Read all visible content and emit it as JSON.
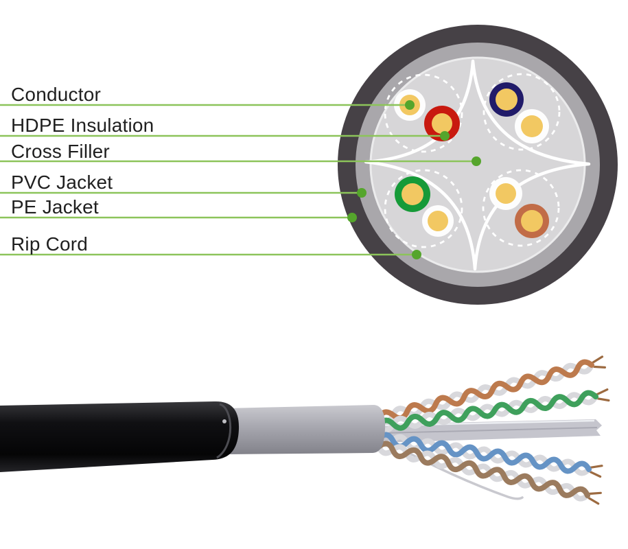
{
  "diagram": {
    "labels": [
      {
        "label": "Conductor",
        "target": "conductor"
      },
      {
        "label": "HDPE Insulation",
        "target": "hdpe-insulation"
      },
      {
        "label": "Cross Filler",
        "target": "cross-filler"
      },
      {
        "label": "PVC Jacket",
        "target": "pvc-jacket"
      },
      {
        "label": "PE Jacket",
        "target": "pe-jacket"
      },
      {
        "label": "Rip Cord",
        "target": "rip-cord"
      }
    ]
  },
  "palette": {
    "label_text": "#1f1f1f",
    "pointer_line": "#8cc45a",
    "pointer_dot": "#55a52c",
    "pe_jacket": "#464146",
    "pvc_jacket": "#a9a7ab",
    "cable_core_bg": "#d7d6d8",
    "core_rim": "#ebebec",
    "cross_filler": "#ffffff",
    "pair_circle_dash": "#ffffff",
    "conductor_yellow": "#f2c862",
    "insulation_white": "#fdfdfd",
    "insulation_red": "#c8190f",
    "insulation_blue": "#211b69",
    "insulation_green": "#169a38",
    "insulation_orange": "#c16c47"
  },
  "photo": {
    "jacket_black": "#0c0c0e",
    "jacket_gray": "#9b9ba3",
    "spline_gray": "#c5c5cd",
    "rip_cord_gray": "#c9c9cf",
    "wire_white": "#d8d8dc",
    "copper": "#9c6a40",
    "pairs": [
      {
        "name": "orange-white-pair",
        "color": "#bd7a4d"
      },
      {
        "name": "green-white-pair",
        "color": "#3fa05c"
      },
      {
        "name": "blue-white-pair",
        "color": "#6593c5"
      },
      {
        "name": "brown-white-pair",
        "color": "#9b7b5e"
      }
    ]
  }
}
